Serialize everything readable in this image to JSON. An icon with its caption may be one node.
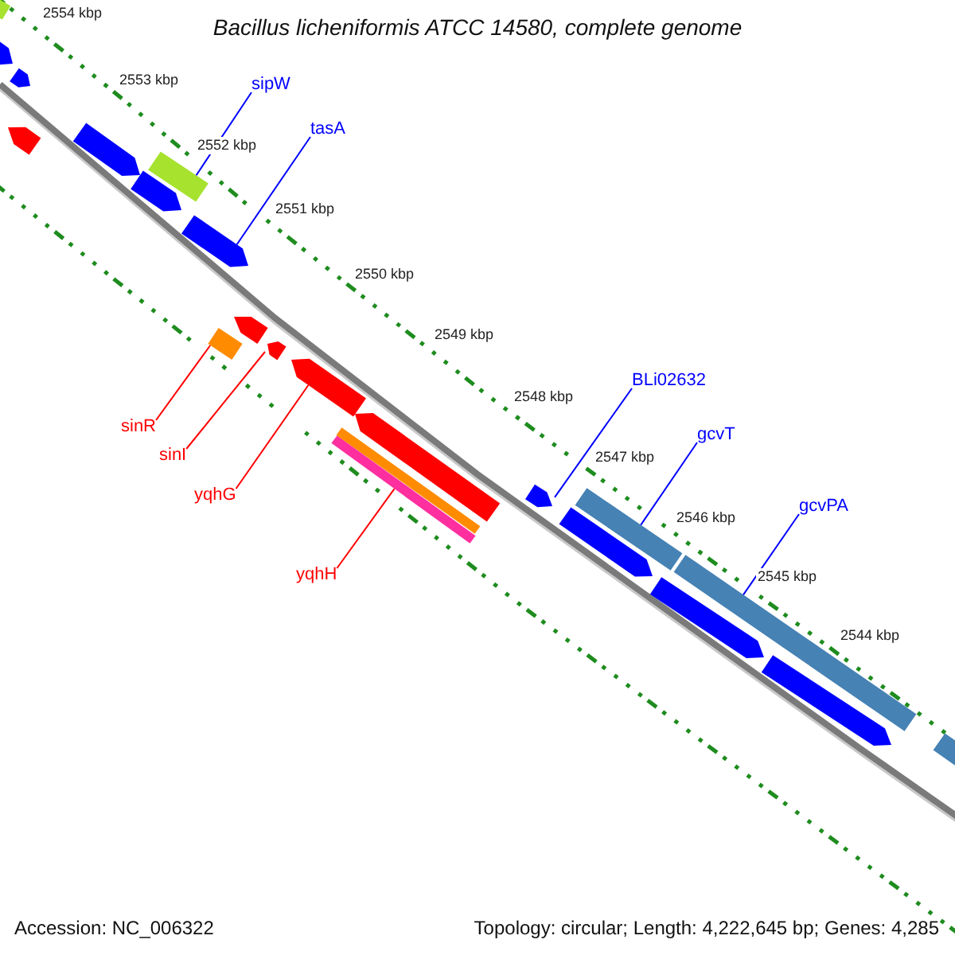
{
  "diagram": {
    "title": "Bacillus licheniformis ATCC 14580, complete genome",
    "nodes": [
      {
        "text": [
          "sipW"
        ]
      },
      {
        "text": [
          "tasA"
        ]
      },
      {
        "text": [
          "sinR"
        ]
      },
      {
        "text": [
          "sinI"
        ]
      },
      {
        "text": [
          "yqhG"
        ]
      },
      {
        "text": [
          "yqhH"
        ]
      },
      {
        "text": [
          "BLi02632"
        ]
      },
      {
        "text": [
          "gcvT"
        ]
      },
      {
        "text": [
          "gcvPA"
        ]
      },
      {
        "text": [],
        "shape": "box"
      },
      {
        "text": [],
        "shape": "box"
      },
      {
        "text": [],
        "shape": "box"
      },
      {
        "text": [],
        "shape": "box"
      },
      {
        "text": [],
        "shape": "box"
      },
      {
        "text": [],
        "shape": "box"
      },
      {
        "text": [],
        "shape": "box"
      },
      {
        "text": [],
        "shape": "box"
      },
      {
        "text": [],
        "shape": "box"
      },
      {
        "text": [],
        "shape": "box"
      },
      {
        "text": [],
        "shape": "box"
      },
      {
        "text": [],
        "shape": "box"
      },
      {
        "text": [],
        "shape": "box"
      },
      {
        "text": [],
        "shape": "box"
      },
      {
        "text": [],
        "shape": "box"
      },
      {
        "text": [],
        "shape": "box"
      },
      {
        "text": [],
        "shape": "box"
      },
      {
        "text": [],
        "shape": "box"
      },
      {
        "text": [],
        "shape": "box"
      },
      {
        "text": [],
        "shape": "box"
      },
      {
        "text": [],
        "shape": "box"
      },
      {
        "text": [],
        "shape": "box"
      }
    ],
    "edges": [
      {
        "from": 0,
        "to": 9,
        "arrow": "none"
      },
      {
        "from": 1,
        "to": 10,
        "arrow": "none"
      },
      {
        "from": 2,
        "to": 11,
        "arrow": "none",
        "color": "#ff0000"
      },
      {
        "from": 3,
        "to": 12,
        "arrow": "none",
        "color": "#ff0000"
      },
      {
        "from": 4,
        "to": 13,
        "arrow": "none",
        "color": "#ff0000"
      },
      {
        "from": 5,
        "to": 14,
        "arrow": "none",
        "color": "#ff0000"
      },
      {
        "from": 6,
        "to": 15,
        "arrow": "none"
      },
      {
        "from": 7,
        "to": 16,
        "arrow": "none"
      },
      {
        "from": 8,
        "to": 17,
        "arrow": "none"
      }
    ],
    "labels": [
      "2554 kbp",
      "2553 kbp",
      "2552 kbp",
      "2551 kbp",
      "2550 kbp",
      "2549 kbp",
      "2548 kbp",
      "2547 kbp",
      "2546 kbp",
      "2545 kbp",
      "2544 kbp",
      "Accession: NC_006322",
      "Topology: circular; Length: 4,222,645 bp; Genes: 4,285"
    ]
  }
}
